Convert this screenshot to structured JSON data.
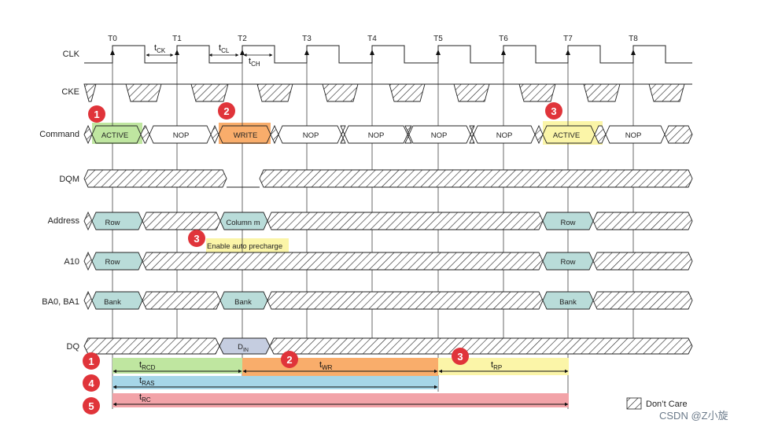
{
  "clock_labels": [
    "T0",
    "T1",
    "T2",
    "T3",
    "T4",
    "T5",
    "T6",
    "T7",
    "T8"
  ],
  "timing_labels": {
    "tck": {
      "base": "t",
      "sub": "CK"
    },
    "tcl": {
      "base": "t",
      "sub": "CL"
    },
    "tch": {
      "base": "t",
      "sub": "CH"
    }
  },
  "signals": [
    "CLK",
    "CKE",
    "Command",
    "DQM",
    "Address",
    "A10",
    "BA0, BA1",
    "DQ"
  ],
  "command_states": [
    "ACTIVE",
    "NOP",
    "WRITE",
    "NOP",
    "NOP",
    "NOP",
    "NOP",
    "ACTIVE",
    "NOP"
  ],
  "address_labels": {
    "row": "Row",
    "column": "Column m"
  },
  "a10_labels": {
    "row": "Row"
  },
  "bank_labels": {
    "bank": "Bank"
  },
  "dq_label": {
    "base": "D",
    "sub": "IN"
  },
  "annotation_text": "Enable auto precharge",
  "markers": {
    "m1": "1",
    "m2": "2",
    "m3": "3",
    "m4": "4",
    "m5": "5"
  },
  "intervals": {
    "trcd": {
      "base": "t",
      "sub": "RCD"
    },
    "twr": {
      "base": "t",
      "sub": "WR"
    },
    "trp": {
      "base": "t",
      "sub": "RP"
    },
    "tras": {
      "base": "t",
      "sub": "RAS"
    },
    "trc": {
      "base": "t",
      "sub": "RC"
    }
  },
  "legend": {
    "label": "Don’t Care"
  },
  "watermark": "CSDN @Z小旋",
  "colors": {
    "green": "#bfe6a0",
    "orange": "#f9ad6b",
    "yellow": "#fbf5a8",
    "blue": "#a6d6e8",
    "pink": "#f2a3a8",
    "teal": "#b9dcd9",
    "lavender": "#c5cde0",
    "marker_red": "#e0343a"
  }
}
